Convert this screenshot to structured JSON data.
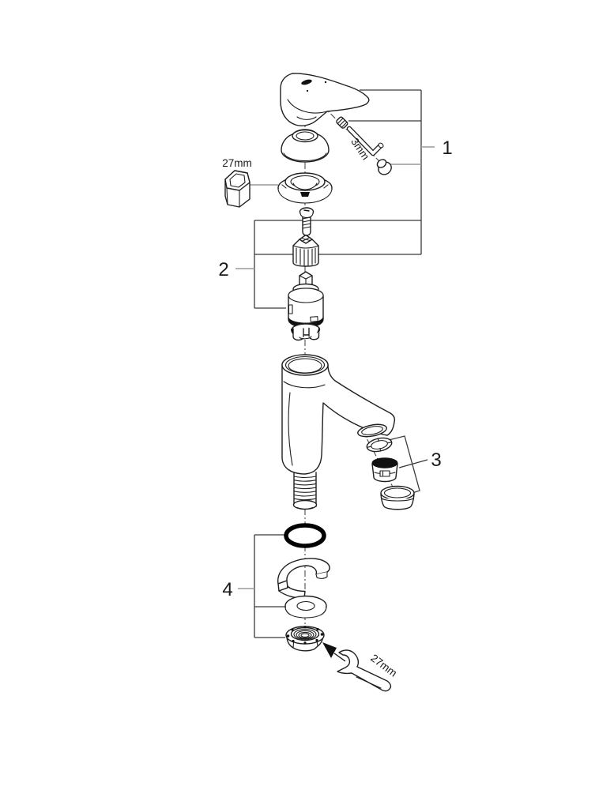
{
  "figure": {
    "type": "exploded-parts-diagram",
    "background": "#ffffff",
    "line_color": "#1f1f1f",
    "bracket_color": "#3a3a3a",
    "leader_color": "#9a9a9a",
    "highlight_color": "#111111"
  },
  "callouts": [
    {
      "label": "1"
    },
    {
      "label": "2"
    },
    {
      "label": "3"
    },
    {
      "label": "4"
    }
  ],
  "annotations": {
    "hex_socket_label": "27mm",
    "allen_key_label": "3mm",
    "wrench_label": "27mm"
  }
}
